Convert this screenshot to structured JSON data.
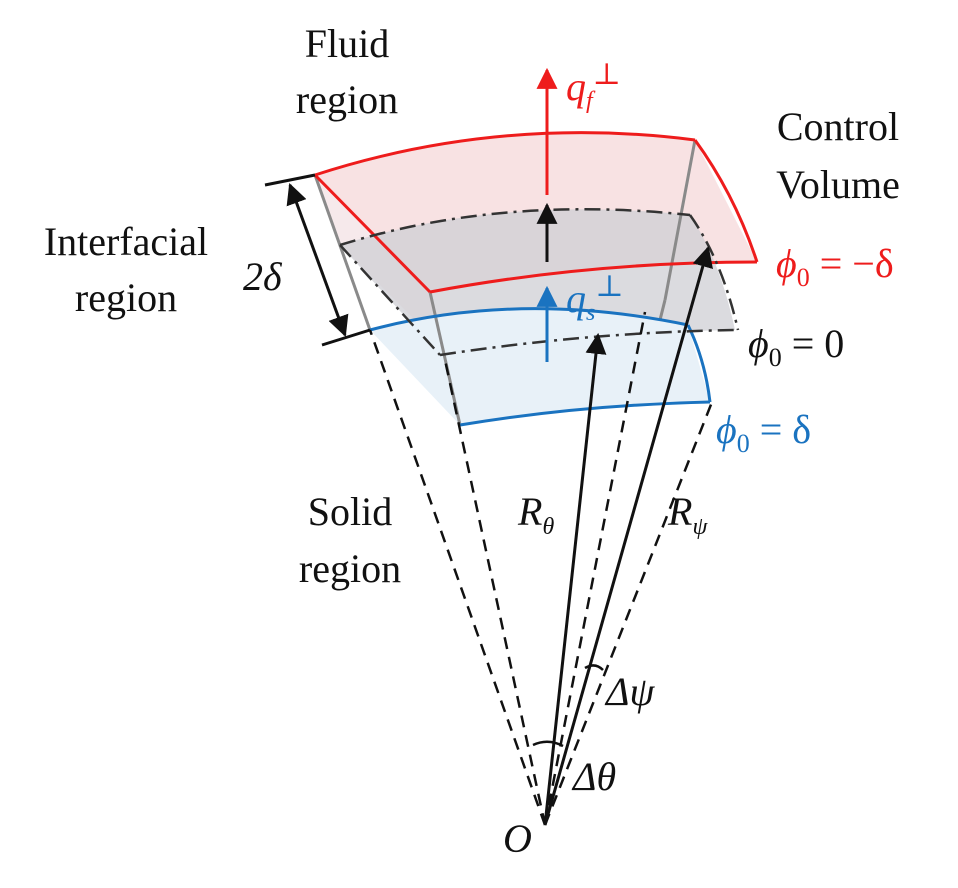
{
  "labels": {
    "fluid_line1": "Fluid",
    "fluid_line2": "region",
    "interfacial_line1": "Interfacial",
    "interfacial_line2": "region",
    "solid_line1": "Solid",
    "solid_line2": "region",
    "control_line1": "Control",
    "control_line2": "Volume"
  },
  "math": {
    "thickness": "2δ",
    "qf": "q",
    "qf_sub": "f",
    "qs": "q",
    "qs_sub": "s",
    "perp": "⊥",
    "phi": "ϕ",
    "phi_sub": "0",
    "phi_red_rhs": " = −δ",
    "phi_black_rhs": " = 0",
    "phi_blue_rhs": " = δ",
    "R": "R",
    "R_theta_sub": "θ",
    "R_psi_sub": "ψ",
    "delta_psi": "Δψ",
    "delta_theta": "Δθ",
    "origin": "O"
  },
  "colors": {
    "fluid": "#ee1c1c",
    "fluid_fill": "#f7dfe0",
    "solid": "#1a73c0",
    "solid_fill": "#e8f1f8",
    "interface_fill": "#cfcfd4",
    "edges": "#8a8a8a"
  }
}
